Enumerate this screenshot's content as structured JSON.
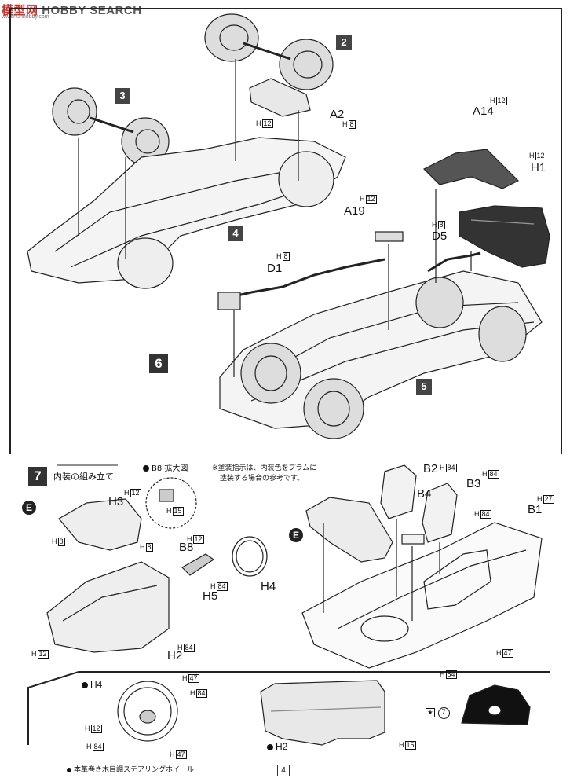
{
  "watermark": {
    "cn": "模型网",
    "en": "HOBBY SEARCH",
    "sub": "ww.shunhobby.com"
  },
  "step6": {
    "number": "6",
    "subassemblies": [
      "2",
      "3",
      "4",
      "5"
    ],
    "parts": [
      "A2",
      "A14",
      "H1",
      "A19",
      "D5",
      "D1"
    ],
    "paints": [
      {
        "code": "H",
        "num": "12"
      },
      {
        "code": "H",
        "num": "8"
      },
      {
        "code": "H",
        "num": "12"
      },
      {
        "code": "H",
        "num": "12"
      },
      {
        "code": "H",
        "num": "12"
      },
      {
        "code": "H",
        "num": "8"
      },
      {
        "code": "H",
        "num": "8"
      }
    ]
  },
  "step7": {
    "number": "7",
    "title": "内装の組み立て",
    "detail_label": "B8 拡大図",
    "note_line1": "※塗装指示は、内装色をプラムに",
    "note_line2": "塗装する場合の参考です。",
    "badge": "E",
    "parts": [
      "H3",
      "B8",
      "H5",
      "H4",
      "H2",
      "B2",
      "B4",
      "B3",
      "B1"
    ],
    "paints": [
      {
        "code": "H",
        "num": "12"
      },
      {
        "code": "H",
        "num": "15"
      },
      {
        "code": "H",
        "num": "8"
      },
      {
        "code": "H",
        "num": "8"
      },
      {
        "code": "H",
        "num": "12"
      },
      {
        "code": "H",
        "num": "84"
      },
      {
        "code": "H",
        "num": "12"
      },
      {
        "code": "H",
        "num": "84"
      },
      {
        "code": "H",
        "num": "84"
      },
      {
        "code": "H",
        "num": "84"
      },
      {
        "code": "H",
        "num": "27"
      },
      {
        "code": "H",
        "num": "84"
      },
      {
        "code": "H",
        "num": "47"
      },
      {
        "code": "H",
        "num": "84"
      }
    ]
  },
  "detail": {
    "h4_title": "H4",
    "h2_title": "H2",
    "caption": "本革巻き木目調ステアリングホイール",
    "paints": [
      {
        "code": "H",
        "num": "47"
      },
      {
        "code": "H",
        "num": "84"
      },
      {
        "code": "H",
        "num": "12"
      },
      {
        "code": "H",
        "num": "84"
      },
      {
        "code": "H",
        "num": "47"
      },
      {
        "code": "H",
        "num": "15"
      }
    ],
    "decal": "7"
  },
  "page_number": "4"
}
